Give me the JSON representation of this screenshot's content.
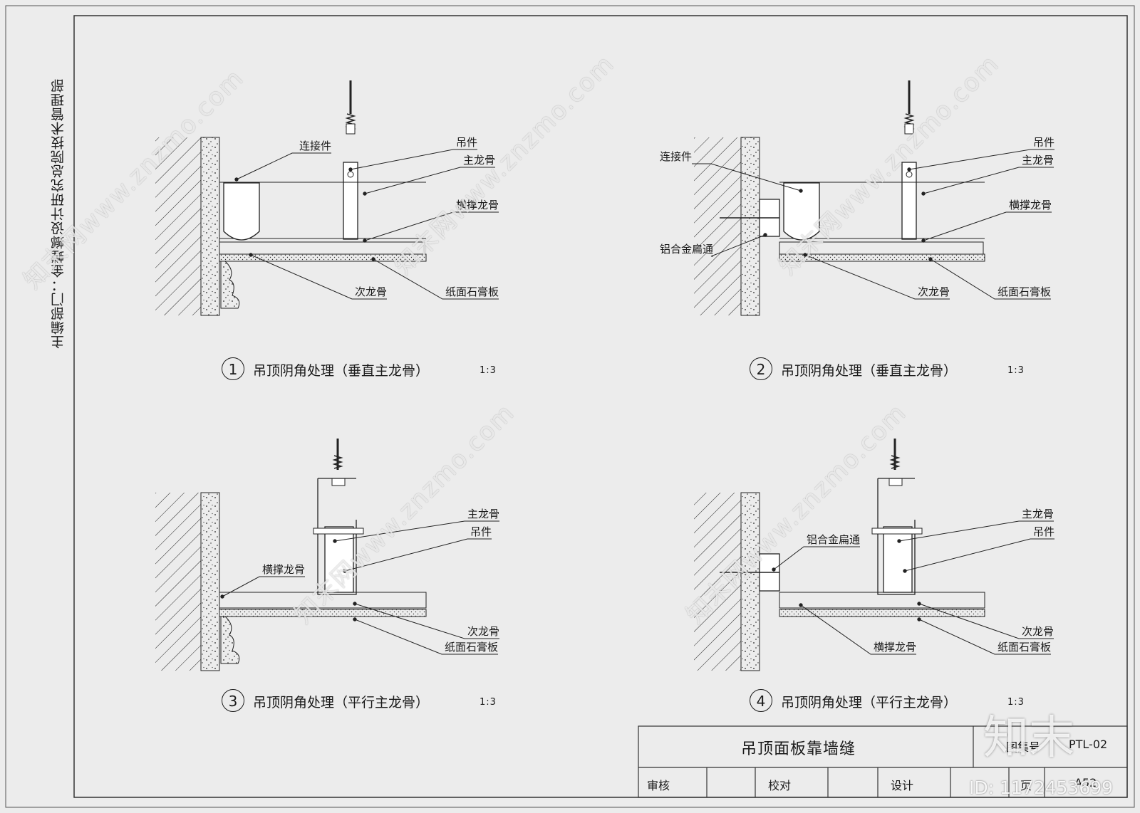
{
  "side_text": "主编部门：金螳螂设计研究总院技术管理部",
  "details": [
    {
      "number": "1",
      "title": "吊顶阴角处理（垂直主龙骨）",
      "scale": "1:3",
      "labels": [
        "连接件",
        "吊件",
        "主龙骨",
        "横撑龙骨",
        "次龙骨",
        "纸面石膏板"
      ]
    },
    {
      "number": "2",
      "title": "吊顶阴角处理（垂直主龙骨）",
      "scale": "1:3",
      "labels": [
        "连接件",
        "铝合金扁通",
        "吊件",
        "主龙骨",
        "横撑龙骨",
        "次龙骨",
        "纸面石膏板"
      ]
    },
    {
      "number": "3",
      "title": "吊顶阴角处理（平行主龙骨）",
      "scale": "1:3",
      "labels": [
        "主龙骨",
        "吊件",
        "横撑龙骨",
        "次龙骨",
        "纸面石膏板"
      ]
    },
    {
      "number": "4",
      "title": "吊顶阴角处理（平行主龙骨）",
      "scale": "1:3",
      "labels": [
        "主龙骨",
        "吊件",
        "铝合金扁通",
        "横撑龙骨",
        "次龙骨",
        "纸面石膏板"
      ]
    }
  ],
  "title_block": {
    "title": "吊顶面板靠墙缝",
    "atlas_label": "图集号",
    "atlas_no": "PTL-02",
    "review": "审核",
    "check": "校对",
    "design": "设计",
    "page_label": "页",
    "page_no": "A52"
  },
  "watermark": {
    "logo": "知末",
    "id_text": "ID: 1172453699",
    "site": "知末网www.znzmo.com"
  }
}
